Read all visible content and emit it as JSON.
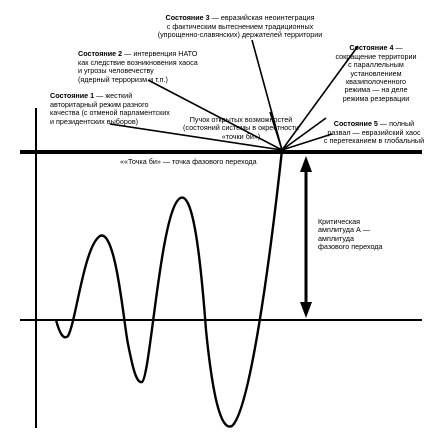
{
  "states": [
    {
      "id": "s1",
      "name": "Состояние 1",
      "text": " — жесткий\nавторитарный режим разного\nкачества (с отменой парламентских\nи президентских выборов)"
    },
    {
      "id": "s2",
      "name": "Состояние 2",
      "text": " — интервенция НАТО\nкак следствие возникновения хаоса\nи угрозы человечеству\n(ядерный терроризм и т.п.)"
    },
    {
      "id": "s3",
      "name": "Состояние 3",
      "text": " — евразийская неоинтеграция\nс фактическим вытеснением традиционных\n(упрощенно-славянских) держателей территории"
    },
    {
      "id": "s4",
      "name": "Состояние 4",
      "text": " —\nсокращение территории\nс параллельным\nустановлением\nквазиполоченного\nрежима — на деле\nрежима резервации"
    },
    {
      "id": "s5",
      "name": "Состояние 5",
      "text": " — полный\nразвал — евразийский хаос\nс перетеканием в глобальный"
    }
  ],
  "bundle_label": "Пучок открытых возможностей\n(состояний системы в окрестности\n«точки би»)",
  "bifurcation_label": "««Точка би» — точка фазового перехода",
  "amplitude_label": "Критическая\nамплитуда А —\nамплитуда\nфазового перехода",
  "colors": {
    "ink": "#000000",
    "background": "#ffffff"
  }
}
